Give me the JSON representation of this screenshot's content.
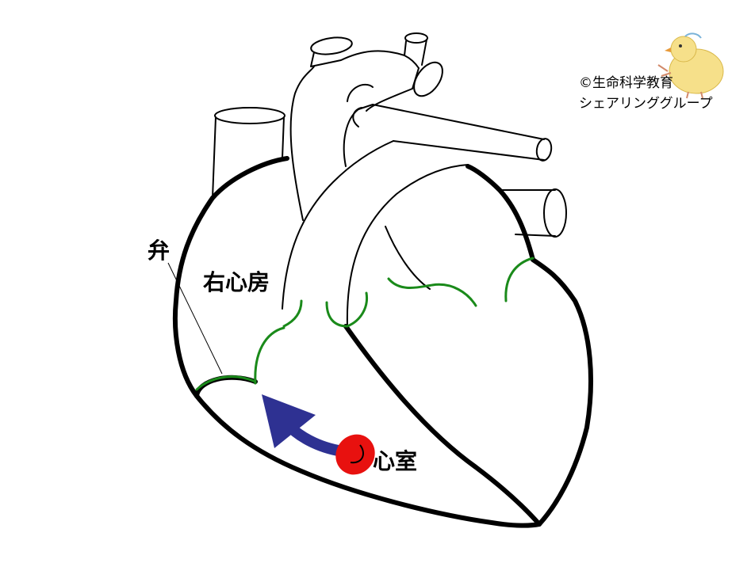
{
  "diagram": {
    "labels": {
      "right_atrium": "右心房",
      "valve": "弁",
      "ventricle": "心室"
    },
    "credit": {
      "line1": "©生命科学教育",
      "line2": "シェアリンググループ"
    },
    "colors": {
      "outline": "#000000",
      "valve": "#1a8a1a",
      "arrow": "#2e3192",
      "blood_cell": "#e8110f"
    },
    "icons": [
      "chick-mascot-icon",
      "red-blood-cell-icon",
      "flow-arrow-icon"
    ]
  }
}
